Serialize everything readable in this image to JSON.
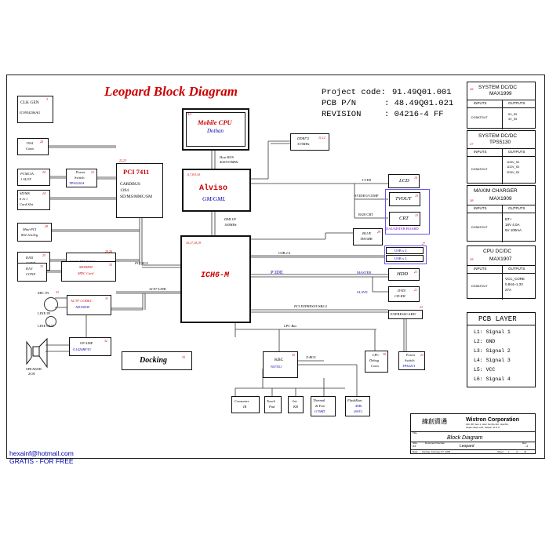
{
  "title": "Leopard Block Diagram",
  "project": {
    "code_label": "Project code:",
    "code": "91.49Q01.001",
    "pcb_label": "PCB P/N",
    "pcb": ": 48.49Q01.021",
    "rev_label": "REVISION",
    "rev": ": 04216-4 FF"
  },
  "blocks": {
    "clkgen_title": "CLK GEN",
    "clkgen_part": "ICS954206AG",
    "conn1394": "1394",
    "conn1394_b": "Conn",
    "pcmcia": "PCMCIA",
    "pcmcia_b": "1 SLOT",
    "sdms": "SD/MS",
    "sdms_b": "6 in 1",
    "sdms_c": "Card Slot",
    "pwrsw": "Power",
    "pwrsw_b": "Switch",
    "pwrsw_part": "TPS2220A",
    "pci7411": "PCI 7411",
    "cardbus": "CARDBUS",
    "cardbus_b": "1394",
    "cardbus_c": "SD/MS/MMC/SM",
    "minipci": "Mini-PCI",
    "minipci_b": "802.11a/b/g",
    "rj45": "RJ45",
    "rj45_b": "CONN",
    "lan": "10/100 RTL8100C",
    "rj11": "RJ11",
    "rj11_b": "CONN",
    "modem": "MODEM",
    "modem_b": "MDC Card",
    "micin": "MIC IN",
    "linein": "LINE IN",
    "lineout": "LINE OUT",
    "codec": "AC'97 CODEC",
    "codec_part": "AD1981B",
    "opamp": "OP AMP",
    "opamp_part": "G1420BF3U",
    "speaker": "SPEAKER",
    "speaker_b": "2CH",
    "docking": "Docking",
    "cpu": "Mobile CPU",
    "cpu_b": "Dothan",
    "hostbus": "Host BUS",
    "hostbus_b": "400/533MHz",
    "ddr": "DDRI*2",
    "ddr_b": "333MHz",
    "alviso": "Alviso",
    "alviso_b": "GM/GML",
    "dmi": "DMI I/F",
    "dmi_b": "100MHz",
    "ich": "ICH6-M",
    "lcd": "LCD",
    "tvout": "TVOUT",
    "crt": "CRT",
    "daughter": "DAUGHTER BOARD",
    "bluethumb": "BLUE",
    "bluethumb_b": "THUMB",
    "usb2": "USB x 2",
    "usb2b": "USB x 2",
    "hdd": "HDD",
    "dvd": "DVD/",
    "dvd_b": "CD-RW",
    "expresscard": "EXPRESSCARD",
    "lpcdebug": "LPC",
    "lpcdebug_b": "Debug",
    "lpcdebug_c": "Conn",
    "pwrsw2": "Power",
    "pwrsw2_b": "Switch",
    "pwrsw2_part": "TPS2231",
    "kbc": "KBC",
    "kbc_part": "NS7551",
    "cir": "Consumer",
    "cir_b": "IR",
    "touchpad": "Touch",
    "touchpad_b": "Pad",
    "intkb": "Int.",
    "intkb_b": "KB",
    "thermal": "Thermal",
    "thermal_b": "& Fan",
    "thermal_part": "G768D",
    "flash": "FlashRom",
    "flash_b": "4Mb",
    "flash_c": "(SST)"
  },
  "buses": {
    "pcibus": "PCI BUS",
    "aclink": "AC97-LINK",
    "usb20": "USB 2.0",
    "pide": "P IDE",
    "master": "MASTER",
    "slave": "SLAVE",
    "pciexp": "PCI EXPRESS/USB2.0",
    "lpcbus": "LPC Bus",
    "xbus": "X-BUS",
    "lvds": "LVDS",
    "svideo": "SVIDEO/COMP",
    "rgbcrt": "RGB CRT"
  },
  "pages": {
    "clkgen": "3",
    "c1394": "26",
    "pcmcia": "24",
    "pwrsw": "23",
    "sdms": "24",
    "pci7411": "22,23",
    "minipci": "28",
    "rj45": "25",
    "lan": "25,26",
    "rj11": "33",
    "modem": "33",
    "micin": "32",
    "codec": "31",
    "opamp": "32",
    "docking": "35",
    "cpu": "4,5",
    "ddr": "11,12",
    "alviso": "6,7,8,9,10",
    "ich": "16,17,18,19",
    "lcd": "14",
    "tvout": "15",
    "crt": "13",
    "blue": "29",
    "usb": "27",
    "hdd": "21",
    "dvd": "21",
    "express": "23",
    "lpc": "30",
    "pwrsw2": "23",
    "kbc": "35"
  },
  "power_tables": [
    {
      "title": "SYSTEM DC/DC",
      "part": "MAX1999",
      "num": "36",
      "rows": [
        [
          "INPUTS",
          "OUTPUTS"
        ],
        [
          "DCBATOUT",
          "5V_S5\n3V_S5"
        ]
      ]
    },
    {
      "title": "SYSTEM DC/DC",
      "part": "TPS5130",
      "num": "37",
      "rows": [
        [
          "INPUTS",
          "OUTPUTS"
        ],
        [
          "DCBATOUT",
          "1D5V_S0\n1D2V_S0\n2D5V_S3"
        ]
      ]
    },
    {
      "title": "MAXIM CHARGER",
      "part": "MAX1909",
      "num": "38",
      "rows": [
        [
          "INPUTS",
          "OUTPUTS"
        ],
        [
          "DCBATOUT",
          "BT+\n18V 4.0A\n5V 100mA"
        ]
      ]
    },
    {
      "title": "CPU DC/DC",
      "part": "MAX1907",
      "num": "35",
      "rows": [
        [
          "INPUTS",
          "OUTPUTS"
        ],
        [
          "DCBATOUT",
          "VCC_CORE\n0.844~1.3V\n27A"
        ]
      ]
    }
  ],
  "pcb_layer": {
    "title": "PCB LAYER",
    "rows": [
      "L1: Signal 1",
      "L2: GND",
      "L3: Signal 2",
      "L4: Signal 3",
      "L5: VCC",
      "L6: Signal 4"
    ]
  },
  "titleblock": {
    "chinese": "緯創資通",
    "company": "Wistron Corporation",
    "addr1": "21F, 88, Sec.1, Hsin Tai Wu Rd., Hsichih,",
    "addr2": "Taipei Hsien 221, Taiwan, R.O.C.",
    "title_label": "Title",
    "title": "Block Diagram",
    "size_label": "Size",
    "size": "A3",
    "docnum_label": "Document Number",
    "docnum": "Leopard",
    "rev_label": "Rev",
    "rev": "-4",
    "date_label": "Date:",
    "date": "Sunday, February 27, 2005",
    "sheet_label": "Sheet",
    "sheet": "1",
    "of_label": "of",
    "of": "41"
  },
  "footer": {
    "email": "hexainf@hotmail.com",
    "gratis": "GRATIS - FOR FREE"
  },
  "colors": {
    "red": "#cc0000",
    "blue": "#0000aa",
    "purple": "#7700cc",
    "daughter": "#6655ee"
  }
}
